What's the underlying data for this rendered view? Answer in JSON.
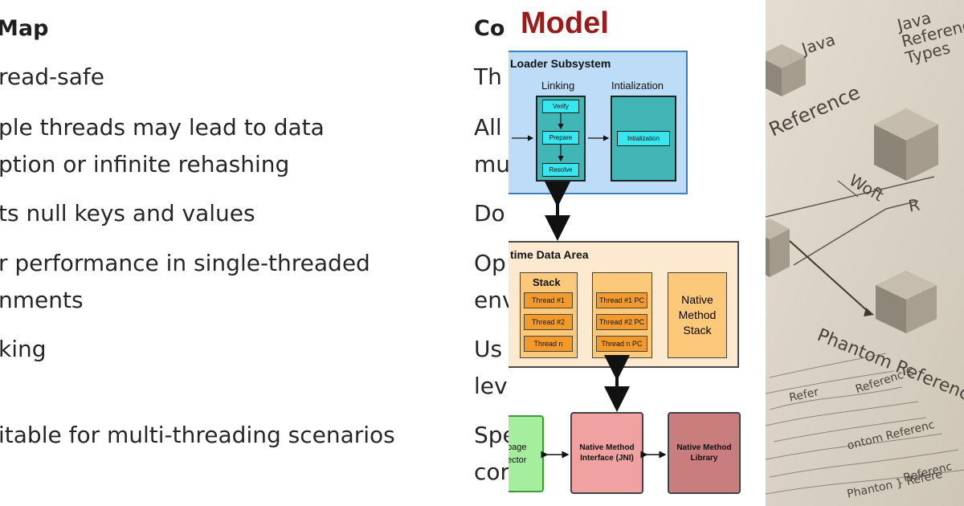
{
  "slide": {
    "heading_left": "Map",
    "heading_right": "Co",
    "left_lines": [
      "read-safe",
      "ple threads may lead to data",
      "ption or infinite rehashing",
      "ts null keys and values",
      "r performance in single-threaded",
      "nments",
      "king",
      "itable for multi-threading scenarios"
    ],
    "right_lines": [
      "Th",
      "All",
      "mu",
      "Do",
      "Op",
      "env",
      "Us",
      "lev",
      "Spe",
      "cor"
    ]
  },
  "jvm_diagram": {
    "title": "Model",
    "class_loader": {
      "title": "Loader Subsystem",
      "linking_label": "Linking",
      "initialization_label": "Intialization",
      "steps": [
        "Verify",
        "Prepare",
        "Resolve"
      ],
      "init_step": "Intialization"
    },
    "runtime_area": {
      "title": "time Data Area",
      "stack_label": "Stack",
      "threads": [
        "Thread #1",
        "Thread #2",
        "Thread n"
      ],
      "pc_threads": [
        "Thread #1 PC",
        "Thread #2 PC",
        "Thread n PC"
      ],
      "native_stack_label": "Native Method Stack"
    },
    "gc_label": "page ector",
    "jni_label": "Native Method Interface (JNI)",
    "library_label": "Native Method Library"
  },
  "illustration": {
    "words": [
      "Java",
      "Java Referenc Types",
      "Reference",
      "Woft",
      "R",
      "Phantom Reference"
    ],
    "scribbles": [
      "Refer",
      "Referenc C",
      "ontom Referenc",
      "Referenc",
      "Phanton } Refere"
    ]
  },
  "colors": {
    "title_red": "#9a1b1b",
    "loader_blue": "#bcdcf8",
    "linking_teal": "#41b6b6",
    "step_cyan": "#37e6ee",
    "runtime_cream": "#fde9cf",
    "thread_orange": "#f39a2a",
    "gc_green": "#a4ee9e",
    "jni_pink": "#f0a2a1",
    "library_mauve": "#c97d7d",
    "art_bg": "#d8d0c3"
  }
}
